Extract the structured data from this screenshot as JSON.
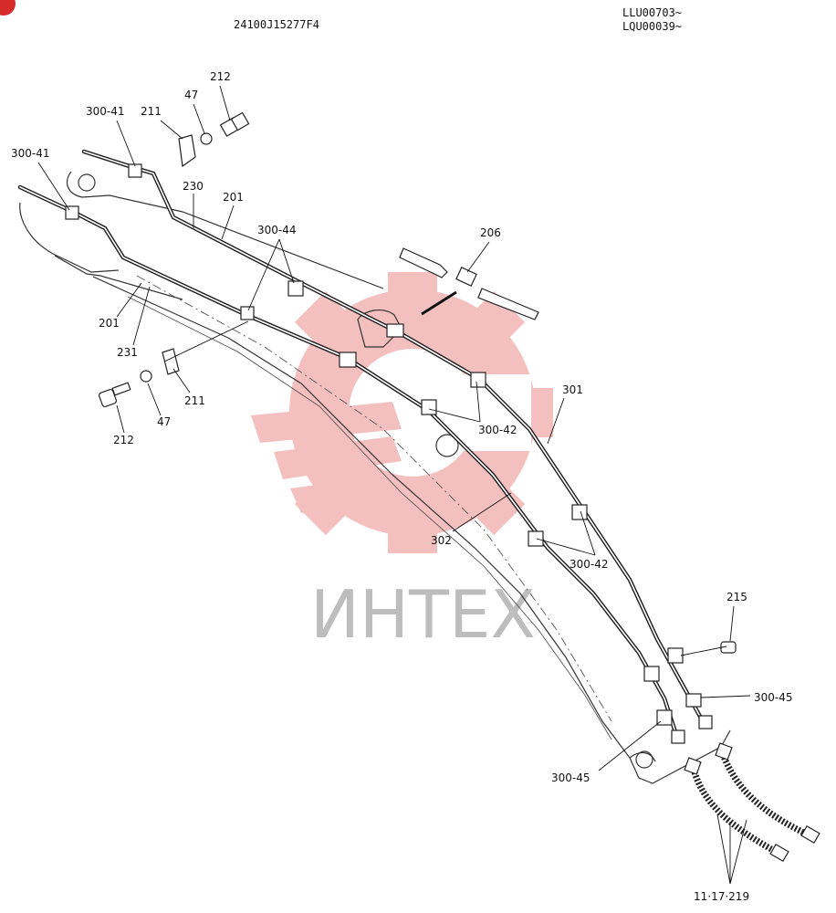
{
  "header": {
    "drawing_number": "24100J15277F4",
    "serial_line_1": "LLU00703~",
    "serial_line_2": "LQU00039~"
  },
  "watermark": {
    "text": "ИНТЕХ",
    "gear_color": "#f2a9a9",
    "text_color": "#bdbdbd"
  },
  "labels": {
    "l212_top": "212",
    "l47_top": "47",
    "l211_top": "211",
    "l300_41_a": "300-41",
    "l300_41_b": "300-41",
    "l230": "230",
    "l201_top": "201",
    "l300_44": "300-44",
    "l206": "206",
    "l201_left": "201",
    "l231": "231",
    "l211_bottom": "211",
    "l47_bottom": "47",
    "l212_bottom": "212",
    "l301": "301",
    "l300_42_a": "300-42",
    "l302": "302",
    "l300_42_b": "300-42",
    "l215": "215",
    "l300_45_right": "300-45",
    "l300_45_left": "300-45",
    "l11_17_219": "11·17·219"
  }
}
